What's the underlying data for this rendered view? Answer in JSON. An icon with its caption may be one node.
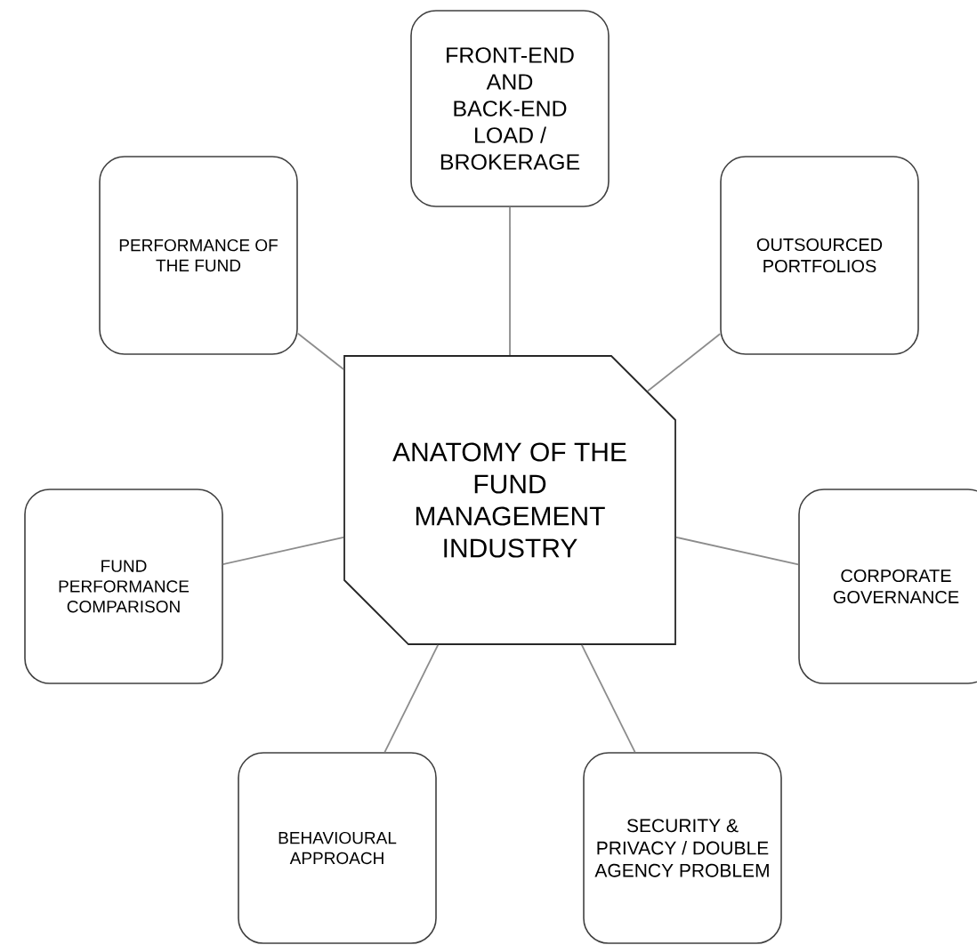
{
  "diagram": {
    "nodes": [
      {
        "text": [
          "FRONT-END AND BACK-END LOAD / BROKERAGE"
        ]
      },
      {
        "text": [
          "PERFORMANCE OF THE FUND"
        ]
      },
      {
        "text": [
          "OUTSOURCED PORTFOLIOS"
        ]
      },
      {
        "text": [
          "ANATOMY OF THE FUND MANAGEMENT INDUSTRY"
        ]
      },
      {
        "text": [
          "FUND PERFORMANCE COMPARISON"
        ]
      },
      {
        "text": [
          "CORPORATE GOVERNANCE"
        ]
      },
      {
        "text": [
          "BEHAVIOURAL APPROACH"
        ]
      },
      {
        "text": [
          "SECURITY & PRIVACY / DOUBLE AGENCY PROBLEM"
        ]
      }
    ],
    "edges": [
      {
        "from": 3,
        "to": 0,
        "arrow": "none"
      },
      {
        "from": 3,
        "to": 1,
        "arrow": "none"
      },
      {
        "from": 3,
        "to": 2,
        "arrow": "none"
      },
      {
        "from": 3,
        "to": 4,
        "arrow": "none"
      },
      {
        "from": 3,
        "to": 5,
        "arrow": "none"
      },
      {
        "from": 3,
        "to": 6,
        "arrow": "none"
      },
      {
        "from": 3,
        "to": 7,
        "arrow": "none"
      }
    ]
  }
}
